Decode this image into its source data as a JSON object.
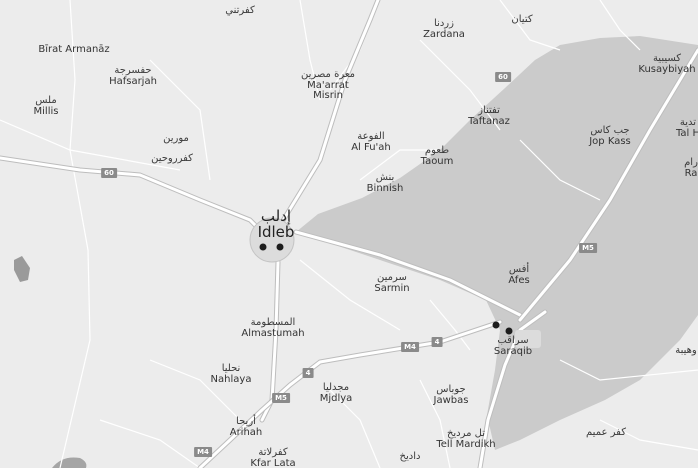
{
  "places": [
    {
      "id": "kafrini",
      "ar": "كفرتني",
      "en": ""
    },
    {
      "id": "zardana",
      "ar": "زردنا",
      "en": "Zardana"
    },
    {
      "id": "kitian",
      "ar": "كتيان",
      "en": ""
    },
    {
      "id": "birat-armanaz",
      "ar": "",
      "en": "Bīrat Armanāz"
    },
    {
      "id": "hafsarjah",
      "ar": "حفسرجة",
      "en": "Hafsarjah"
    },
    {
      "id": "maarrat-misrin",
      "ar": "معرة مصرين",
      "en": "Ma'arrat Misrin"
    },
    {
      "id": "kusaybiyah",
      "ar": "كسيبية",
      "en": "Kusaybiyah"
    },
    {
      "id": "millis",
      "ar": "ملس",
      "en": "Millis"
    },
    {
      "id": "taftanaz",
      "ar": "تفتناز",
      "en": "Taftanaz"
    },
    {
      "id": "tal-h",
      "ar": "تدية",
      "en": "Tal H"
    },
    {
      "id": "murin",
      "ar": "مورين",
      "en": ""
    },
    {
      "id": "kafr-ruhin",
      "ar": "كفرروحين",
      "en": ""
    },
    {
      "id": "al-fuah",
      "ar": "الفوعة",
      "en": "Al Fu'ah"
    },
    {
      "id": "jop-kass",
      "ar": "جب كاس",
      "en": "Jop Kass"
    },
    {
      "id": "taoum",
      "ar": "طعوم",
      "en": "Taoum"
    },
    {
      "id": "ra",
      "ar": "رام",
      "en": "Ra"
    },
    {
      "id": "binnish",
      "ar": "بنش",
      "en": "Binnish"
    },
    {
      "id": "idleb",
      "ar": "إدلب",
      "en": "Idleb"
    },
    {
      "id": "sarmin",
      "ar": "سرمين",
      "en": "Sarmin"
    },
    {
      "id": "afes",
      "ar": "أفس",
      "en": "Afes"
    },
    {
      "id": "almastumah",
      "ar": "المسطومة",
      "en": "Almastumah"
    },
    {
      "id": "saraqib",
      "ar": "سراقب",
      "en": "Saraqib"
    },
    {
      "id": "wahiba",
      "ar": "وهيبة",
      "en": ""
    },
    {
      "id": "nahlaya",
      "ar": "نحليا",
      "en": "Nahlaya"
    },
    {
      "id": "mjdlya",
      "ar": "مجدليا",
      "en": "Mjdlya"
    },
    {
      "id": "jawbas",
      "ar": "جوباس",
      "en": "Jawbas"
    },
    {
      "id": "arihah",
      "ar": "أريحا",
      "en": "Arihah"
    },
    {
      "id": "tell-mardikh",
      "ar": "تل مرديخ",
      "en": "Tell Mardikh"
    },
    {
      "id": "kafr-amim",
      "ar": "كفر عميم",
      "en": ""
    },
    {
      "id": "kafr-lata",
      "ar": "كفرلاتة",
      "en": "Kfar Lata"
    },
    {
      "id": "dadikh",
      "ar": "داديخ",
      "en": ""
    }
  ],
  "shields": [
    {
      "id": "road-60-north",
      "label": "60"
    },
    {
      "id": "road-60-west",
      "label": "60"
    },
    {
      "id": "road-m5-east",
      "label": "M5"
    },
    {
      "id": "road-m4-saraqib",
      "label": "M4"
    },
    {
      "id": "road-4-saraqib",
      "label": "4"
    },
    {
      "id": "road-4-mid",
      "label": "4"
    },
    {
      "id": "road-m5-south",
      "label": "M5"
    },
    {
      "id": "road-m4-south",
      "label": "M4"
    }
  ],
  "colors": {
    "land": "#ececec",
    "region": "#cbcbcb",
    "road": "#ffffff",
    "road_casing": "#bdbdbd",
    "water": "#9a9a9a"
  }
}
